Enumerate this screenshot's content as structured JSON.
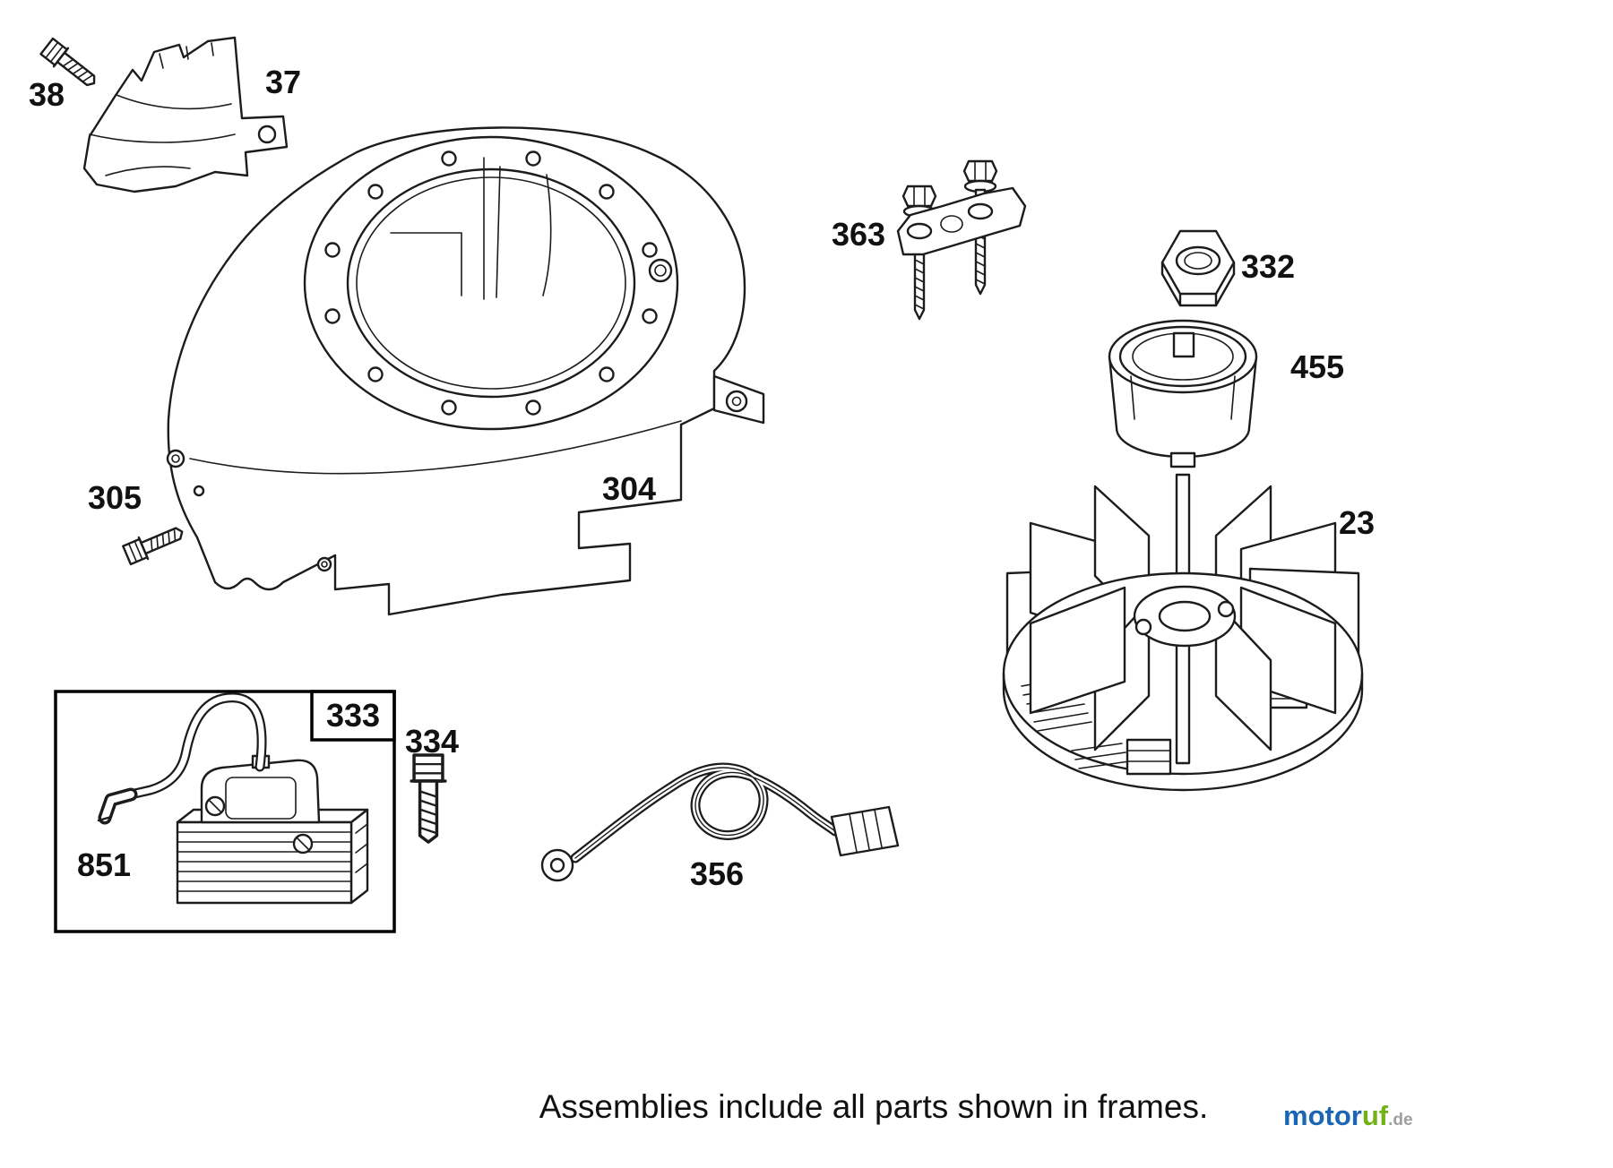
{
  "diagram": {
    "part_labels": {
      "shield_bolt": "38",
      "blower_shield": "37",
      "blower_housing": "304",
      "housing_bolt": "305",
      "screw_bracket": "363",
      "flywheel_nut": "332",
      "starter_cup": "455",
      "flywheel": "23",
      "frame_box": "333",
      "armature_bolt": "334",
      "ignition_armature": "851",
      "ground_wire": "356"
    },
    "footer_note": "Assemblies include all parts shown in frames.",
    "watermark": {
      "brand_a": "motor",
      "brand_b": "uf",
      "tld": ".de"
    },
    "colors": {
      "line": "#1c1c1c",
      "brand_blue": "#1a66b3",
      "brand_green": "#71b219",
      "tld_gray": "#9e9e9e"
    }
  }
}
